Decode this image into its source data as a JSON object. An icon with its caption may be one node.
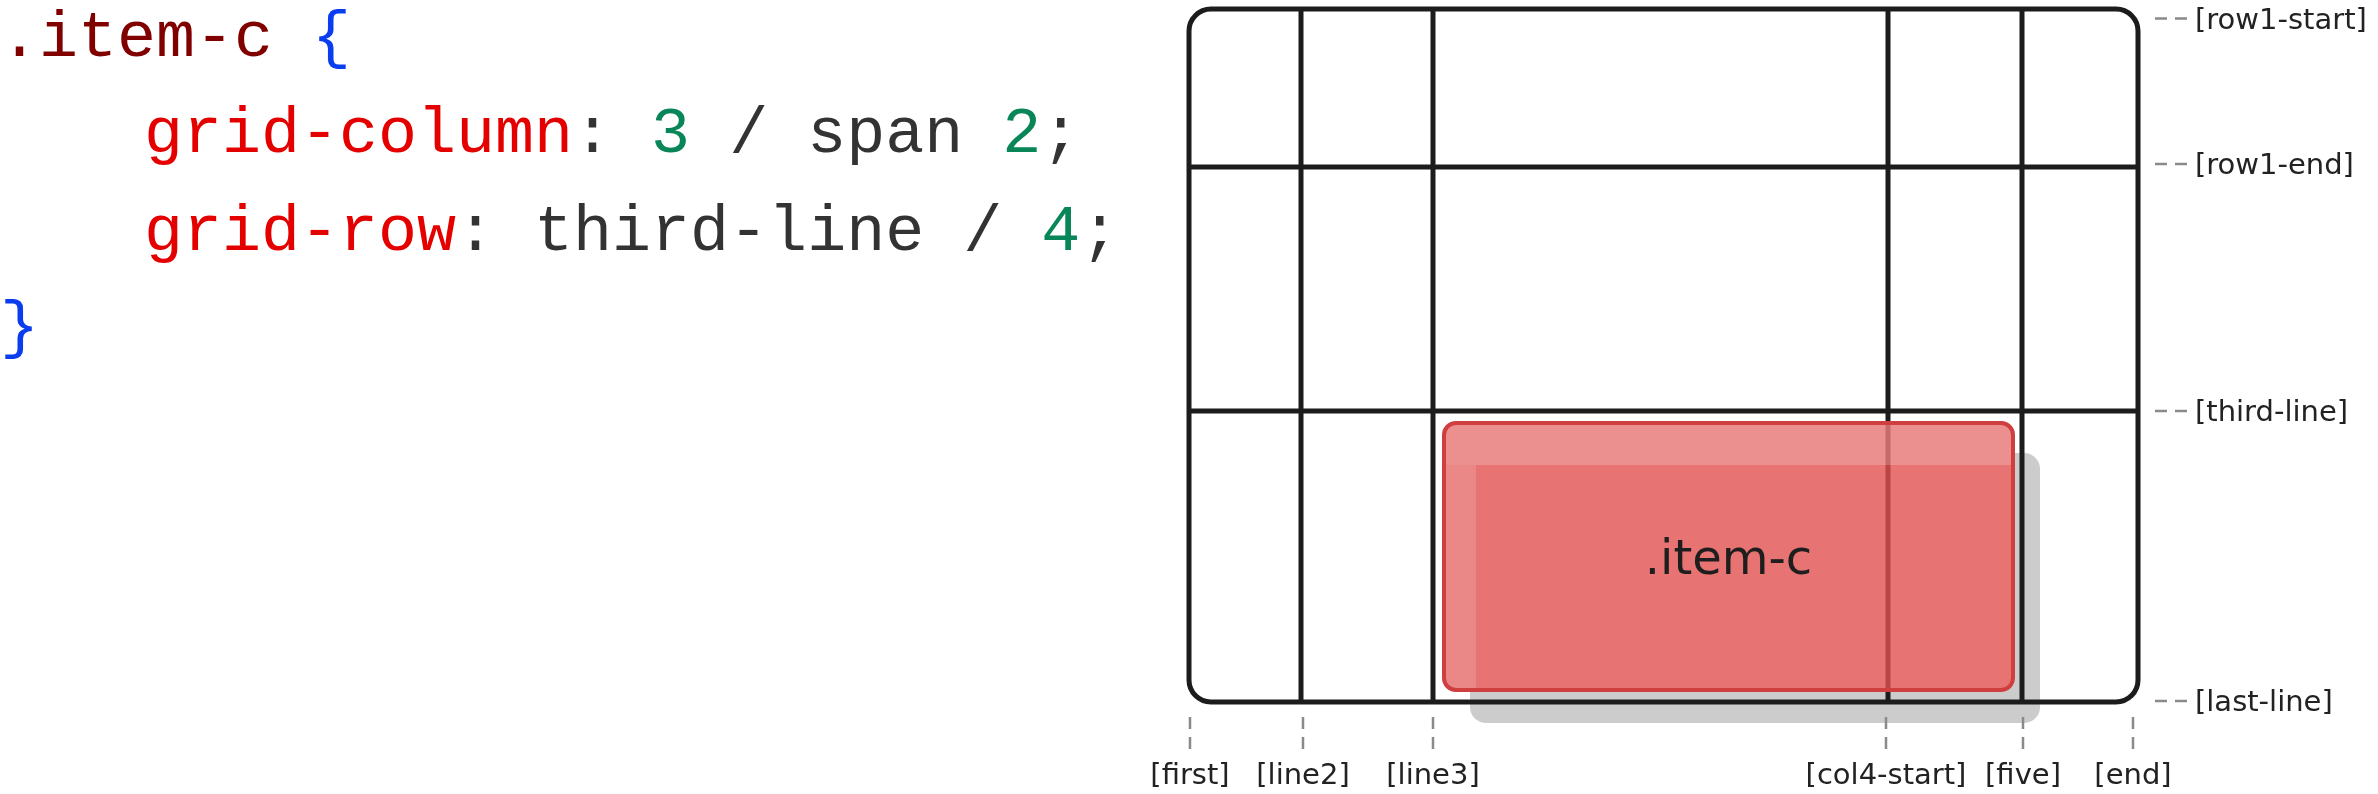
{
  "diagram": {
    "nodes": [
      {
        "text": [
          "[row1-start]"
        ]
      },
      {
        "text": [
          "[row1-end]"
        ]
      },
      {
        "text": [
          "[third-line]"
        ]
      },
      {
        "text": [
          ".item-c"
        ]
      },
      {
        "text": [
          "[last-line]"
        ]
      },
      {
        "text": [
          "[first]"
        ]
      },
      {
        "text": [
          "[line2]"
        ]
      },
      {
        "text": [
          "[line3]"
        ]
      },
      {
        "text": [
          "[col4-start]"
        ]
      },
      {
        "text": [
          "[five]"
        ]
      },
      {
        "text": [
          "[end]"
        ]
      }
    ],
    "edges": [
      {
        "from": 0,
        "to": null,
        "arrow": "none",
        "style": "dashed"
      },
      {
        "from": 1,
        "to": null,
        "arrow": "none",
        "style": "dashed"
      },
      {
        "from": 2,
        "to": null,
        "arrow": "none",
        "style": "dashed"
      },
      {
        "from": 4,
        "to": null,
        "arrow": "none",
        "style": "dashed"
      },
      {
        "from": 5,
        "to": null,
        "arrow": "none",
        "style": "dashed"
      },
      {
        "from": 6,
        "to": null,
        "arrow": "none",
        "style": "dashed"
      },
      {
        "from": 7,
        "to": null,
        "arrow": "none",
        "style": "dashed"
      },
      {
        "from": 8,
        "to": null,
        "arrow": "none",
        "style": "dashed"
      },
      {
        "from": 9,
        "to": null,
        "arrow": "none",
        "style": "dashed"
      },
      {
        "from": 10,
        "to": null,
        "arrow": "none",
        "style": "dashed"
      }
    ],
    "labels": [
      ".item-c {",
      "grid-column: 3 / span 2;",
      "grid-row: third-line / 4;",
      "}"
    ]
  }
}
